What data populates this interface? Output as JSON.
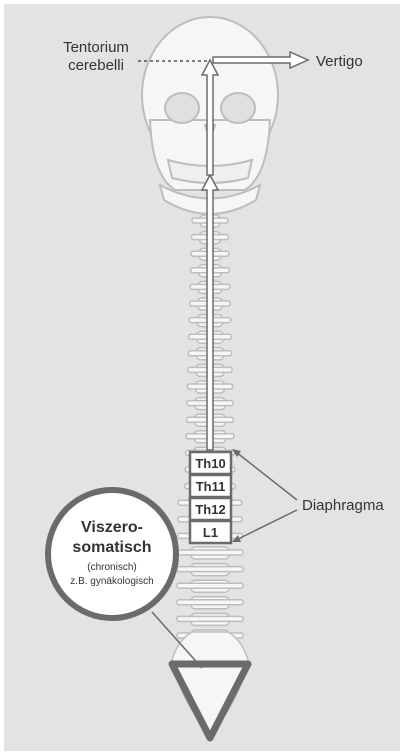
{
  "labels": {
    "tentorium_line1": "Tentorium",
    "tentorium_line2": "cerebelli",
    "vertigo": "Vertigo",
    "diaphragma": "Diaphragma",
    "viszero_line1": "Viszero-",
    "viszero_line2": "somatisch",
    "chronisch": "(chronisch)",
    "gynaekologisch": "z.B. gynäkologisch"
  },
  "segments": [
    "Th10",
    "Th11",
    "Th12",
    "L1"
  ],
  "colors": {
    "background": "#e3e3e3",
    "bone_fill": "#f6f6f6",
    "bone_stroke": "#bdbdbd",
    "accent": "#6b6b6b",
    "text": "#333333"
  }
}
